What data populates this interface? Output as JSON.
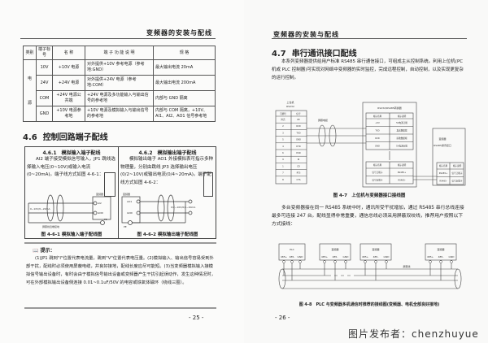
{
  "left_page": {
    "header": "变频器的安装与配线",
    "table": {
      "headers": [
        "类别",
        "端子标号",
        "名 称",
        "端 子 功 能 说 明",
        "规 格"
      ],
      "category": [
        "电",
        "源"
      ],
      "rows": [
        [
          "10V",
          "+10V 电源",
          "对外提供+10V 参考电源（参考地:GND）",
          "最大输出电流 20mA"
        ],
        [
          "24V",
          "+24V 电源",
          "对外提供+24V 电源（参考地:COM）",
          "最大输出电流 200mA"
        ],
        [
          "COM",
          "+24V 电源公共端",
          "+24V 电源及多功能输入与输出信号的参考地",
          "内部与 GND 隔离"
        ],
        [
          "GND",
          "+10V 电源参考地",
          "+10V 电源及模拟输入与输出信号的参考地",
          "内部与 COM 隔离，+10V、AI1、AI2、AO1 信号参考地"
        ]
      ]
    },
    "section": {
      "num": "4.6",
      "title": "控制回路端子配线"
    },
    "sub1": {
      "title": "4.6.1　模拟输入端子配线",
      "text": "AI2 端子接受模拟信号输入，JP1 跳线选择输入电压(0~10V)或输入电流(0~20mA)。端子线方式如图 4-6-1：",
      "caption": "图 4-6-1 模拟输入端子配线图",
      "labels": {
        "inverter": "变频器",
        "ai": "AI2",
        "gnd": "GND",
        "pe": "PE",
        "src": "0~10V/0~20mA",
        "shield": "屏蔽线近端接地",
        "jp": "JP1",
        "i": "I",
        "v": "V"
      }
    },
    "sub2": {
      "title": "4.6.2　模拟输出端子配线",
      "text": "模拟输出端子 AO1 外接模拟表可指示多种物理量，分别由跳线 JP3 选择输出电压(0/2~10V)或输出电流(0/4~20mA)。端子配线方式如图 4-6-2：",
      "caption": "图 4-6-2 模拟输出端子配线图",
      "labels": {
        "inverter": "变频器",
        "ao": "AO1",
        "gnd": "GND",
        "pe": "PE",
        "out": "0/2~10V/0/4~20mA",
        "jp": "JP3",
        "i": "I",
        "v": "V"
      }
    },
    "tip": {
      "label": "提示：",
      "text": "(1)JP1 跳到\"I\"位置代表电流量，跳到\"V\"位置代表电压量。(2)模拟输入、输出信号容易受到外部干扰，配线时必须使用屏蔽电缆，并良好接地，配线长度应尽可能短。(3)当变频器模拟输入接模拟信号输出设备时，有时会由于模拟信号输出设备或变频器产生干扰引起误动作，发生这种情况时，可在外部模拟输出设备侧连接 0.01~0.1uF/50V 的电容或铁氧体磁环（绕线三圈）。"
    },
    "page_number": "- 25 -"
  },
  "right_page": {
    "header": "变频器的安装与配线",
    "section": {
      "num": "4.7",
      "title": "串行通讯接口配线"
    },
    "intro": "本系列变频器提供给用户标准 RS485 串行通信接口，可组成主从控制系统。利用上位机(PC 机或 PLC 控制器)可实现对网络中变频器的实时监控，完成远程控制，自动控制，以及实现更复杂的运行控制。",
    "fig47": {
      "pc_title": "上位机",
      "pc_sub": "RS232",
      "pc_headers": [
        "引脚号",
        "信号"
      ],
      "pc_rows": [
        [
          "外壳",
          "PE"
        ],
        [
          "2",
          "RXD"
        ],
        [
          "3",
          "TXD"
        ],
        [
          "5",
          "GND"
        ],
        [
          "4",
          "DTR"
        ],
        [
          "6",
          "DSR"
        ],
        [
          "9",
          "RI"
        ],
        [
          "1",
          "CD"
        ],
        [
          "7",
          "RTS"
        ],
        [
          "8",
          "CTS"
        ]
      ],
      "cable": "屏蔽电缆",
      "conv_title": "RS232/RS485转换器",
      "conv_headers": [
        "端子名称",
        "端子说明"
      ],
      "conv_rows": [
        [
          "+5V",
          "5V电源正端"
        ],
        [
          "TXD",
          "发送数据端"
        ],
        [
          "RXD",
          "接收数据端"
        ],
        [
          "GND",
          "5V电源负端"
        ]
      ],
      "conv_rows2": [
        [
          "信号正端子",
          "RS485+"
        ],
        [
          "信号负端子",
          "RS485-"
        ]
      ],
      "inv_title": "变频器",
      "inv_sub": "RS485通讯接口",
      "inv_rows": [
        [
          "RS485+",
          "信号正端子"
        ],
        [
          "RS485-",
          "信号负端子"
        ]
      ],
      "caption": "图 4-7　上位机与变频器接口接线图"
    },
    "para2": "多台变频器接在同一 RS485 系统中时，通讯所受干扰增加，通过 RS485 串行总线连接最多可连接 247 台。配线显得非常重要，通信总线必须采用屏蔽双绞线，推荐用户按照以下方式接线：",
    "fig48": {
      "devices": [
        {
          "name": "PLC",
          "pins": [
            "485+",
            "485-",
            "GND"
          ]
        },
        {
          "name": "变频器",
          "pins": [
            "485+",
            "485-",
            "GND"
          ]
        },
        {
          "name": "变频器",
          "pins": [
            "485+",
            "485-",
            "GND"
          ]
        },
        {
          "name": "变频器",
          "pins": [
            "485+",
            "485-",
            "GND"
          ]
        }
      ],
      "shield": "屏蔽线",
      "caption": "图 4-8　PLC 与变频器多机通信时推荐的接线图(变频器、电机全部良好接地)"
    },
    "page_number": "- 26 -"
  },
  "watermark": "图片发布者：chenzhuyue"
}
